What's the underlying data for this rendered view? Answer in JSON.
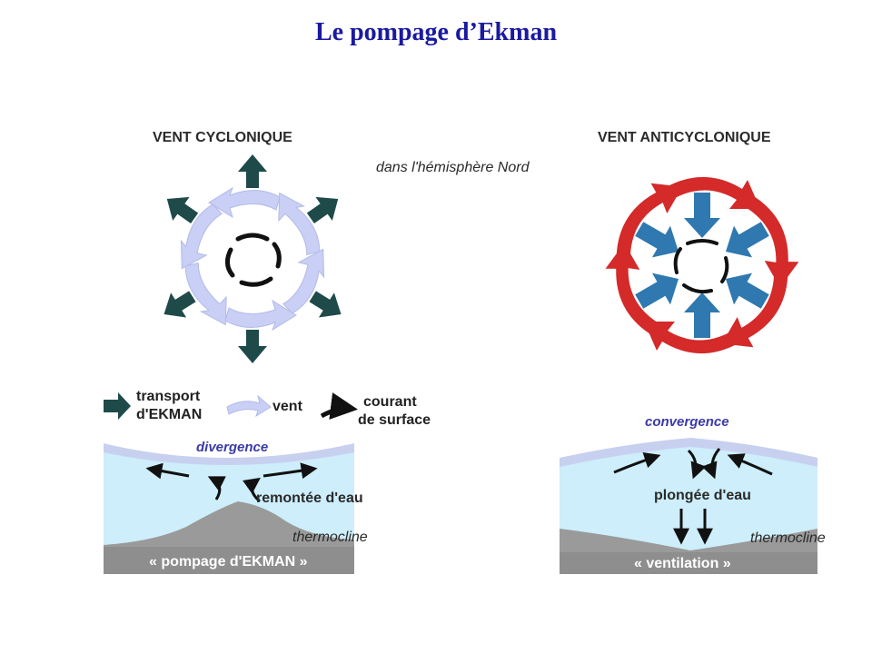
{
  "title": "Le pompage d’Ekman",
  "hemisphere_note": "dans l'hémisphère Nord",
  "left": {
    "heading": "VENT CYCLONIQUE",
    "legend": {
      "transport_line1": "transport",
      "transport_line2": "d'EKMAN",
      "wind": "vent",
      "current_line1": "courant",
      "current_line2": "de surface"
    },
    "section": {
      "top_label": "divergence",
      "middle_label": "remontée d'eau",
      "thermocline": "thermocline",
      "bottom_label": "« pompage d'EKMAN »"
    }
  },
  "right": {
    "heading": "VENT ANTICYCLONIQUE",
    "section": {
      "top_label": "convergence",
      "middle_label": "plongée d'eau",
      "thermocline": "thermocline",
      "bottom_label": "« ventilation »"
    }
  },
  "colors": {
    "title": "#1a1aa0",
    "ekman_transport_cyclonic": "#1f4a4a",
    "wind_cyclonic": "#c9cff5",
    "surface_current": "#111111",
    "wind_anticyclonic": "#d42a2a",
    "ekman_transport_anticyclonic": "#2f78b0",
    "water": "#cdeefa",
    "water_top": "#c8d0f0",
    "sediment": "#9a9a9a"
  }
}
